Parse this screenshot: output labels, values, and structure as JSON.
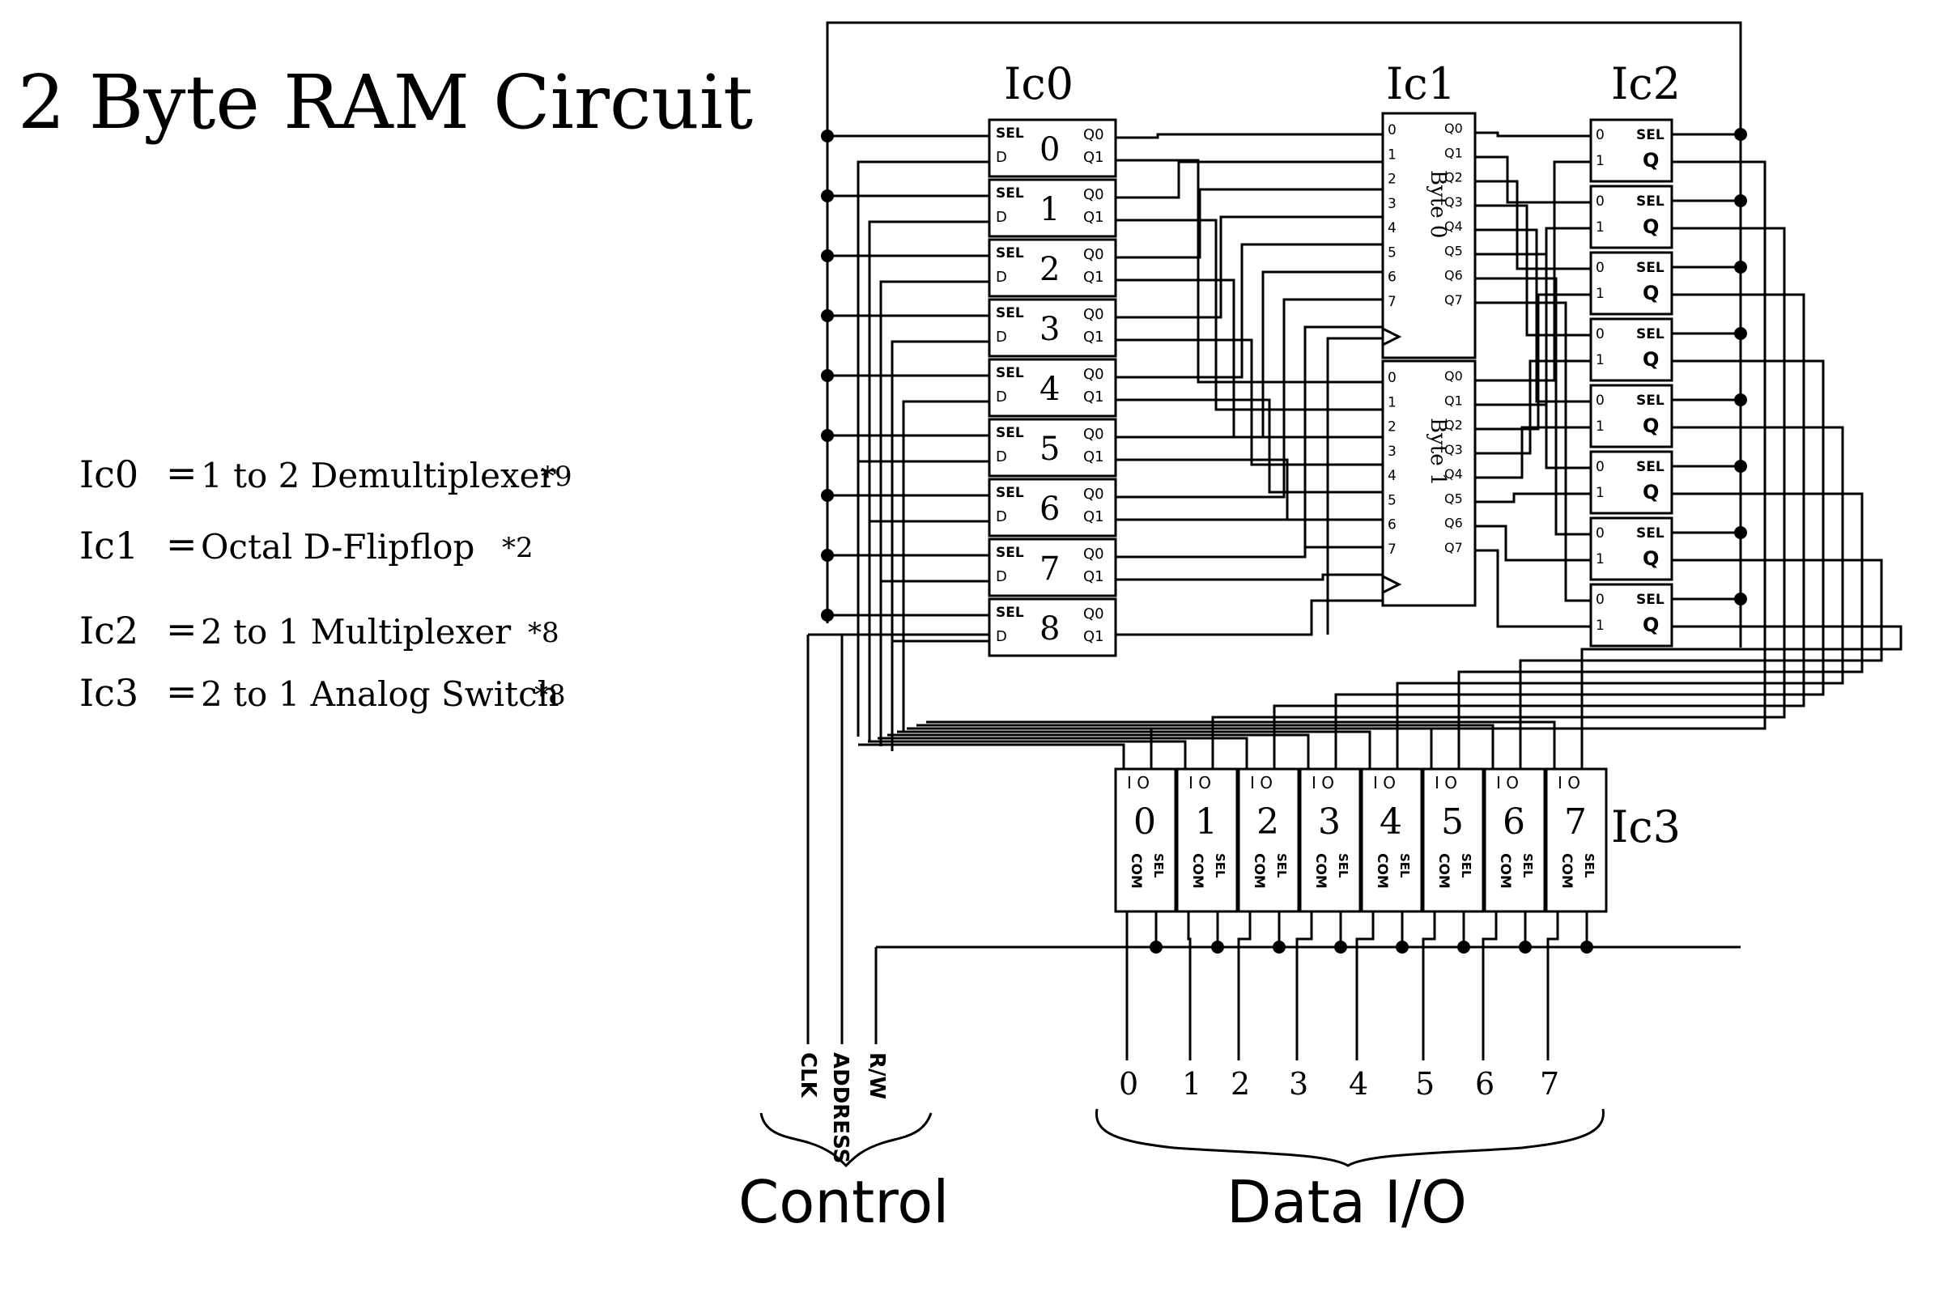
{
  "title": "2 Byte RAM Circuit",
  "legend": [
    {
      "ic": "Ic0",
      "eq": "=",
      "desc": "1 to 2 Demultiplexer",
      "count": "*9"
    },
    {
      "ic": "Ic1",
      "eq": "=",
      "desc": "Octal D-Flipflop",
      "count": "*2"
    },
    {
      "ic": "Ic2",
      "eq": "=",
      "desc": "2 to 1 Multiplexer",
      "count": "*8"
    },
    {
      "ic": "Ic3",
      "eq": "=",
      "desc": "2 to 1 Analog Switch",
      "count": "*8"
    }
  ],
  "ic0": {
    "label": "Ic0",
    "pin_sel": "SEL",
    "pin_d": "D",
    "pin_q0": "Q0",
    "pin_q1": "Q1",
    "units": [
      "0",
      "1",
      "2",
      "3",
      "4",
      "5",
      "6",
      "7",
      "8"
    ]
  },
  "ic1": {
    "label": "Ic1",
    "byte0_label": "Byte 0",
    "byte1_label": "Byte 1",
    "inputs": [
      "0",
      "1",
      "2",
      "3",
      "4",
      "5",
      "6",
      "7"
    ],
    "outputs": [
      "Q0",
      "Q1",
      "Q2",
      "Q3",
      "Q4",
      "Q5",
      "Q6",
      "Q7"
    ]
  },
  "ic2": {
    "label": "Ic2",
    "pin_in0": "0",
    "pin_in1": "1",
    "pin_sel": "SEL",
    "pin_q": "Q",
    "units": 8
  },
  "ic3": {
    "label": "Ic3",
    "top_pins": "I  O",
    "pin_com": "COM",
    "pin_sel": "SEL",
    "units": [
      "0",
      "1",
      "2",
      "3",
      "4",
      "5",
      "6",
      "7"
    ]
  },
  "control": {
    "label": "Control",
    "signals": [
      "CLK",
      "ADDRESS",
      "R/W"
    ]
  },
  "data_io": {
    "label": "Data I/O",
    "pins": [
      "0",
      "1",
      "2",
      "3",
      "4",
      "5",
      "6",
      "7"
    ]
  }
}
